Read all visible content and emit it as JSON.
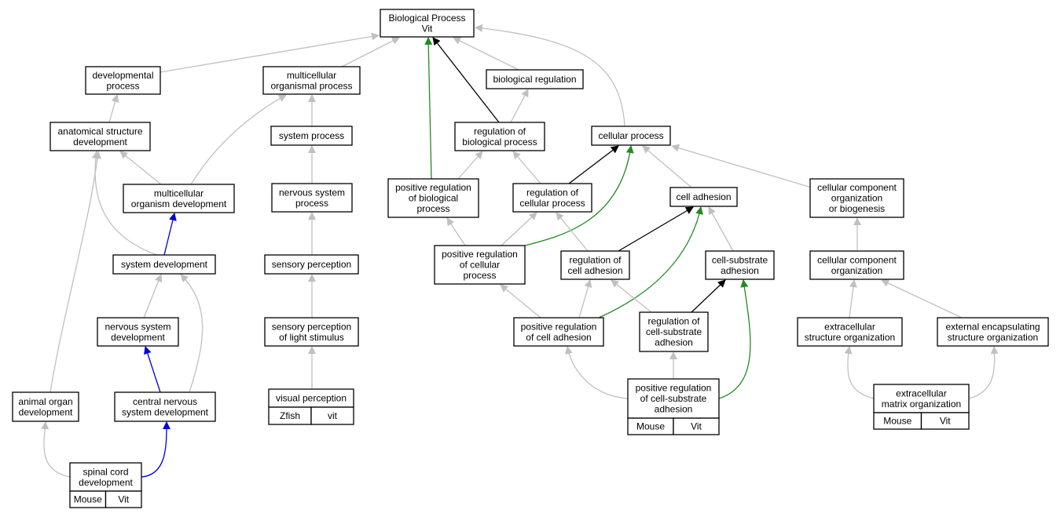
{
  "colors": {
    "is_a": "#c0c0c0",
    "regulates": "#000000",
    "positively_regulates": "#228b22",
    "part_of": "#0000dd",
    "tag_light": "#add8e6",
    "tag_dark": "#6495ed"
  },
  "nodes": {
    "root": {
      "lines": [
        "Biological Process",
        "Vit"
      ]
    },
    "dev_proc": {
      "lines": [
        "developmental",
        "process"
      ]
    },
    "mc_org_proc": {
      "lines": [
        "multicellular",
        "organismal process"
      ]
    },
    "bio_reg": {
      "lines": [
        "biological regulation"
      ]
    },
    "anat_dev": {
      "lines": [
        "anatomical structure",
        "development"
      ]
    },
    "sys_proc": {
      "lines": [
        "system process"
      ]
    },
    "reg_bio": {
      "lines": [
        "regulation of",
        "biological process"
      ]
    },
    "cell_proc": {
      "lines": [
        "cellular process"
      ]
    },
    "mc_org_dev": {
      "lines": [
        "multicellular",
        "organism development"
      ]
    },
    "ns_proc": {
      "lines": [
        "nervous system",
        "process"
      ]
    },
    "pos_reg_bio": {
      "lines": [
        "positive regulation",
        "of biological",
        "process"
      ]
    },
    "reg_cell_proc": {
      "lines": [
        "regulation of",
        "cellular process"
      ]
    },
    "cell_adh": {
      "lines": [
        "cell adhesion"
      ]
    },
    "ccob": {
      "lines": [
        "cellular component",
        "organization",
        "or biogenesis"
      ]
    },
    "sys_dev": {
      "lines": [
        "system development"
      ]
    },
    "sens_perc": {
      "lines": [
        "sensory perception"
      ]
    },
    "pos_reg_cell_proc": {
      "lines": [
        "positive regulation",
        "of cellular",
        "process"
      ]
    },
    "reg_cell_adh": {
      "lines": [
        "regulation of",
        "cell adhesion"
      ]
    },
    "cs_adh": {
      "lines": [
        "cell-substrate",
        "adhesion"
      ]
    },
    "cco": {
      "lines": [
        "cellular component",
        "organization"
      ]
    },
    "ns_dev": {
      "lines": [
        "nervous system",
        "development"
      ]
    },
    "sens_light": {
      "lines": [
        "sensory perception",
        "of light stimulus"
      ]
    },
    "pos_reg_cell_adh": {
      "lines": [
        "positive regulation",
        "of cell adhesion"
      ]
    },
    "reg_cs_adh": {
      "lines": [
        "regulation of",
        "cell-substrate",
        "adhesion"
      ]
    },
    "ecso": {
      "lines": [
        "extracellular",
        "structure organization"
      ]
    },
    "eeso": {
      "lines": [
        "external encapsulating",
        "structure organization"
      ]
    },
    "animal_organ": {
      "lines": [
        "animal organ",
        "development"
      ]
    },
    "cns_dev": {
      "lines": [
        "central nervous",
        "system development"
      ]
    },
    "vis_perc": {
      "lines": [
        "visual perception"
      ],
      "tags": [
        "Zfish",
        "vit"
      ],
      "tag_color": "#6495ed"
    },
    "pos_reg_cs_adh": {
      "lines": [
        "positive regulation",
        "of cell-substrate",
        "adhesion"
      ],
      "tags": [
        "Mouse",
        "Vit"
      ],
      "tag_color": "#add8e6"
    },
    "ecm_org": {
      "lines": [
        "extracellular",
        "matrix organization"
      ],
      "tags": [
        "Mouse",
        "Vit"
      ],
      "tag_color": "#add8e6"
    },
    "spinal": {
      "lines": [
        "spinal cord",
        "development"
      ],
      "tags": [
        "Mouse",
        "Vit"
      ],
      "tag_color": "#add8e6"
    }
  },
  "edges": [
    {
      "from": "dev_proc",
      "to": "root",
      "kind": "is_a"
    },
    {
      "from": "mc_org_proc",
      "to": "root",
      "kind": "is_a"
    },
    {
      "from": "bio_reg",
      "to": "root",
      "kind": "is_a"
    },
    {
      "from": "cell_proc",
      "to": "root",
      "kind": "is_a"
    },
    {
      "from": "reg_bio",
      "to": "root",
      "kind": "regulates"
    },
    {
      "from": "pos_reg_bio",
      "to": "root",
      "kind": "positively_regulates"
    },
    {
      "from": "anat_dev",
      "to": "dev_proc",
      "kind": "is_a"
    },
    {
      "from": "sys_proc",
      "to": "mc_org_proc",
      "kind": "is_a"
    },
    {
      "from": "mc_org_dev",
      "to": "mc_org_proc",
      "kind": "is_a"
    },
    {
      "from": "reg_bio",
      "to": "bio_reg",
      "kind": "is_a"
    },
    {
      "from": "mc_org_dev",
      "to": "anat_dev",
      "kind": "is_a"
    },
    {
      "from": "sys_dev",
      "to": "anat_dev",
      "kind": "is_a"
    },
    {
      "from": "animal_organ",
      "to": "anat_dev",
      "kind": "is_a"
    },
    {
      "from": "ns_proc",
      "to": "sys_proc",
      "kind": "is_a"
    },
    {
      "from": "pos_reg_bio",
      "to": "reg_bio",
      "kind": "is_a"
    },
    {
      "from": "reg_cell_proc",
      "to": "reg_bio",
      "kind": "is_a"
    },
    {
      "from": "reg_cell_proc",
      "to": "cell_proc",
      "kind": "regulates"
    },
    {
      "from": "pos_reg_cell_proc",
      "to": "cell_proc",
      "kind": "positively_regulates"
    },
    {
      "from": "cell_adh",
      "to": "cell_proc",
      "kind": "is_a"
    },
    {
      "from": "ccob",
      "to": "cell_proc",
      "kind": "is_a"
    },
    {
      "from": "sys_dev",
      "to": "mc_org_dev",
      "kind": "part_of"
    },
    {
      "from": "sens_perc",
      "to": "ns_proc",
      "kind": "is_a"
    },
    {
      "from": "pos_reg_cell_proc",
      "to": "pos_reg_bio",
      "kind": "is_a"
    },
    {
      "from": "pos_reg_cell_proc",
      "to": "reg_cell_proc",
      "kind": "is_a"
    },
    {
      "from": "reg_cell_adh",
      "to": "reg_cell_proc",
      "kind": "is_a"
    },
    {
      "from": "reg_cell_adh",
      "to": "cell_adh",
      "kind": "regulates"
    },
    {
      "from": "pos_reg_cell_adh",
      "to": "cell_adh",
      "kind": "positively_regulates"
    },
    {
      "from": "cs_adh",
      "to": "cell_adh",
      "kind": "is_a"
    },
    {
      "from": "cco",
      "to": "ccob",
      "kind": "is_a"
    },
    {
      "from": "ns_dev",
      "to": "sys_dev",
      "kind": "is_a"
    },
    {
      "from": "cns_dev",
      "to": "sys_dev",
      "kind": "is_a"
    },
    {
      "from": "sens_light",
      "to": "sens_perc",
      "kind": "is_a"
    },
    {
      "from": "pos_reg_cell_adh",
      "to": "pos_reg_cell_proc",
      "kind": "is_a"
    },
    {
      "from": "pos_reg_cell_adh",
      "to": "reg_cell_adh",
      "kind": "is_a"
    },
    {
      "from": "reg_cs_adh",
      "to": "reg_cell_adh",
      "kind": "is_a"
    },
    {
      "from": "reg_cs_adh",
      "to": "cs_adh",
      "kind": "regulates"
    },
    {
      "from": "pos_reg_cs_adh",
      "to": "cs_adh",
      "kind": "positively_regulates"
    },
    {
      "from": "ecso",
      "to": "cco",
      "kind": "is_a"
    },
    {
      "from": "eeso",
      "to": "cco",
      "kind": "is_a"
    },
    {
      "from": "cns_dev",
      "to": "ns_dev",
      "kind": "part_of"
    },
    {
      "from": "vis_perc",
      "to": "sens_light",
      "kind": "is_a"
    },
    {
      "from": "pos_reg_cs_adh",
      "to": "pos_reg_cell_adh",
      "kind": "is_a"
    },
    {
      "from": "pos_reg_cs_adh",
      "to": "reg_cs_adh",
      "kind": "is_a"
    },
    {
      "from": "ecm_org",
      "to": "ecso",
      "kind": "is_a"
    },
    {
      "from": "ecm_org",
      "to": "eeso",
      "kind": "is_a"
    },
    {
      "from": "spinal",
      "to": "animal_organ",
      "kind": "is_a"
    },
    {
      "from": "spinal",
      "to": "cns_dev",
      "kind": "part_of"
    }
  ]
}
